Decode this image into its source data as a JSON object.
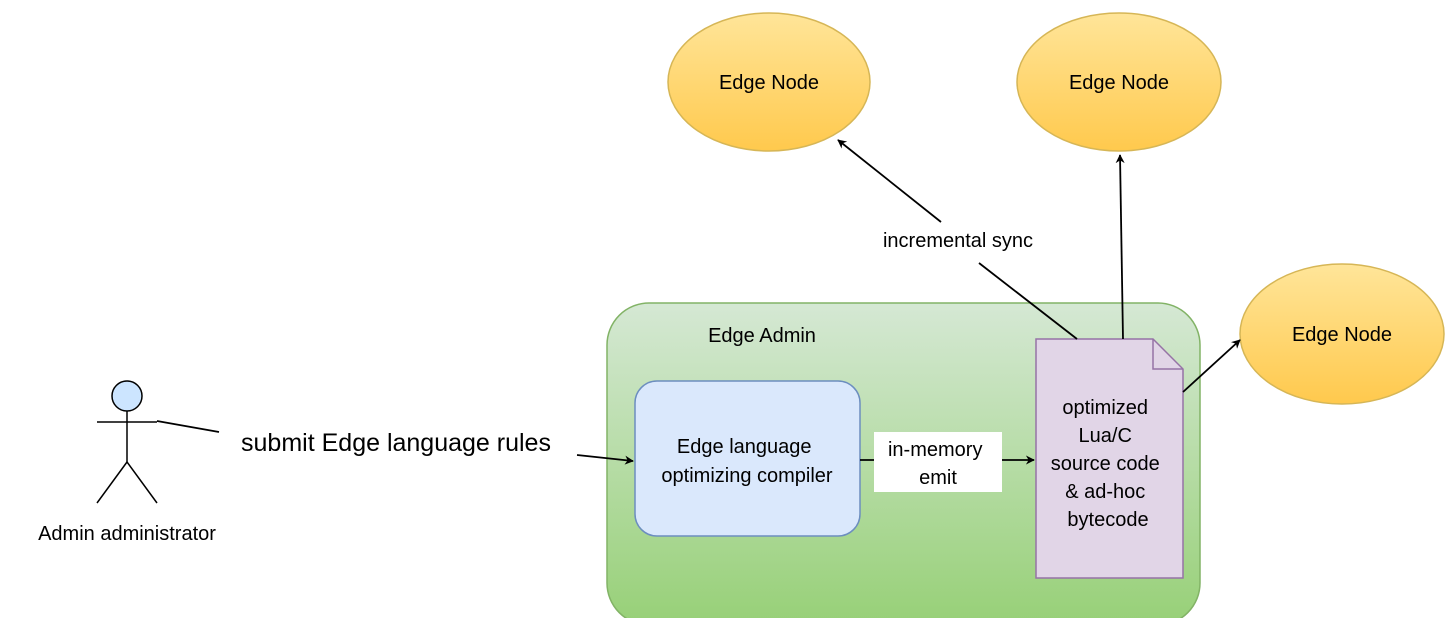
{
  "actor": {
    "label": "Admin administrator"
  },
  "edge_admin": {
    "title": "Edge Admin"
  },
  "compiler": {
    "lines": [
      "Edge language",
      "optimizing compiler"
    ]
  },
  "output_doc": {
    "lines": [
      "optimized",
      "Lua/C",
      "source code",
      "& ad-hoc",
      "bytecode"
    ]
  },
  "edges": {
    "submit": "submit Edge language rules",
    "emit": [
      "in-memory",
      "emit"
    ],
    "sync": "incremental sync"
  },
  "nodes": [
    {
      "label": "Edge Node"
    },
    {
      "label": "Edge Node"
    },
    {
      "label": "Edge Node"
    }
  ],
  "colors": {
    "node_fill": "#ffd966",
    "node_stroke": "#d6b656",
    "admin_fill_top": "#d5e8d4",
    "admin_fill_bottom": "#97d077",
    "admin_stroke": "#82b366",
    "compiler_fill": "#dae8fc",
    "compiler_stroke": "#6c8ebf",
    "doc_fill": "#e1d5e7",
    "doc_stroke": "#9673a6",
    "actor_head": "#cce5ff"
  }
}
